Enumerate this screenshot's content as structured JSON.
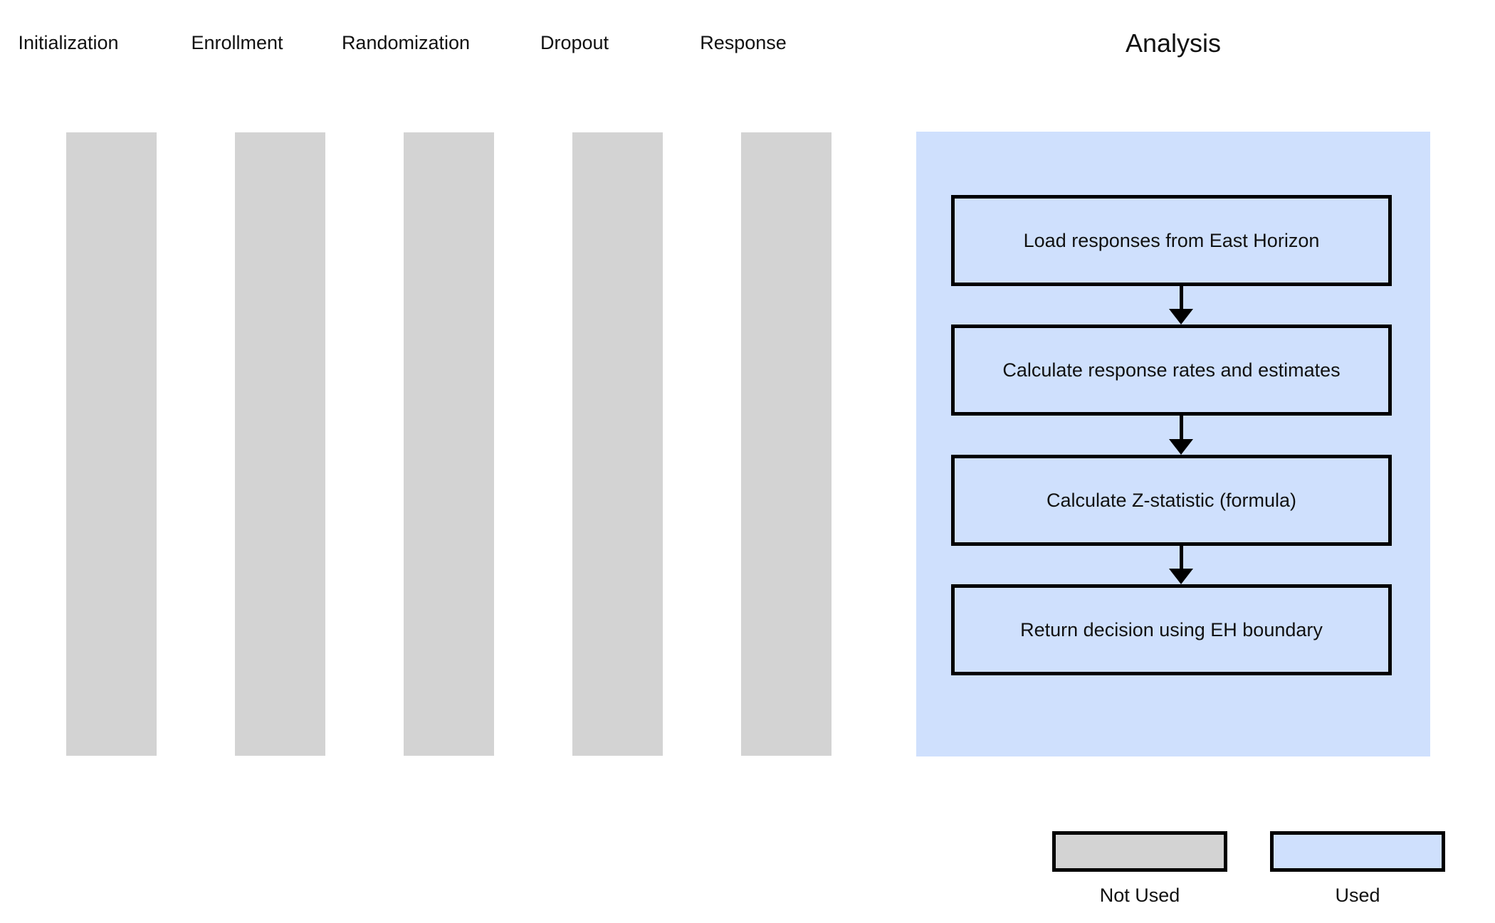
{
  "diagram": {
    "title": "Analysis",
    "stage_columns": [
      {
        "label": "Initialization",
        "state": "not_used"
      },
      {
        "label": "Enrollment",
        "state": "not_used"
      },
      {
        "label": "Randomization",
        "state": "not_used"
      },
      {
        "label": "Dropout",
        "state": "not_used"
      },
      {
        "label": "Response",
        "state": "not_used"
      }
    ],
    "analysis_steps": [
      {
        "label": "Load responses from East Horizon"
      },
      {
        "label": "Calculate response rates and estimates"
      },
      {
        "label": "Calculate Z-statistic (formula)"
      },
      {
        "label": "Return decision using EH boundary"
      }
    ],
    "legend": [
      {
        "label": "Not Used",
        "swatch": "gray"
      },
      {
        "label": "Used",
        "swatch": "blue"
      }
    ],
    "colors": {
      "not_used": "#d3d3d3",
      "used": "#cfe0fd",
      "border": "#000000",
      "text": "#111111",
      "background": "#ffffff"
    }
  }
}
